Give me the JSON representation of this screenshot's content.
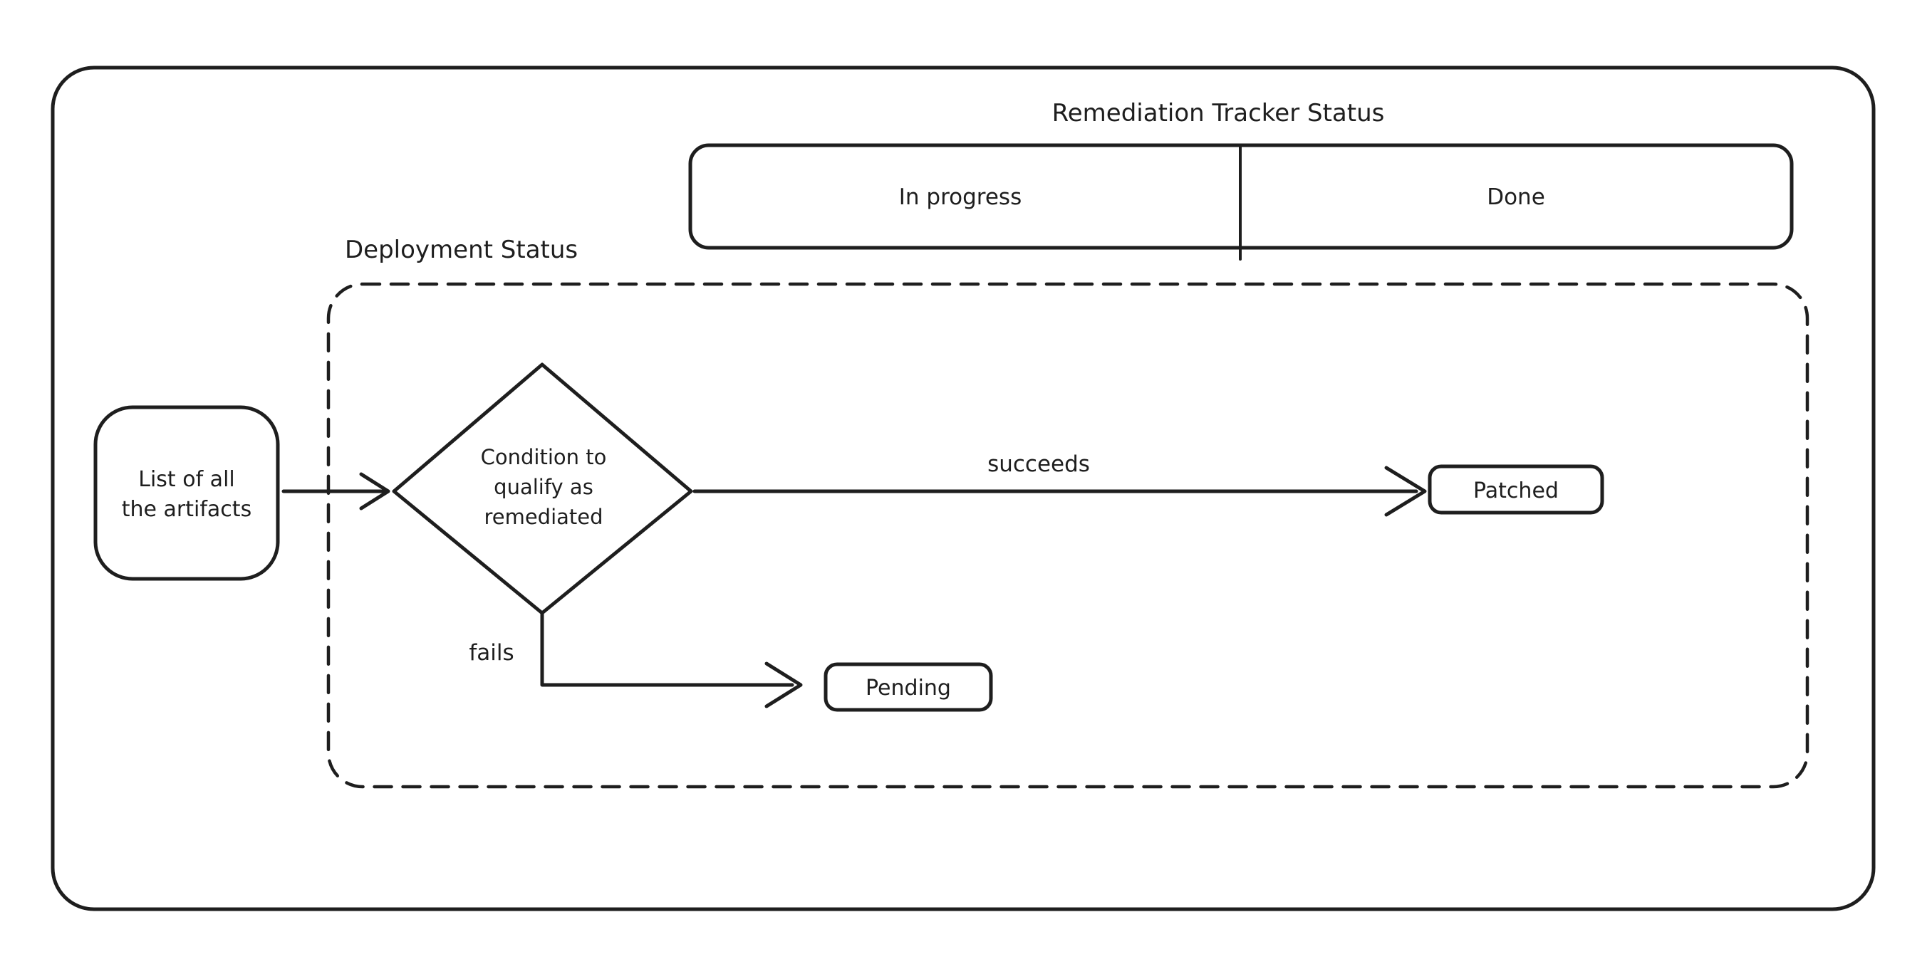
{
  "diagram": {
    "background": "#ffffff",
    "stroke_color": "#1e1e1e",
    "title": "Remediation Tracker Status",
    "tracker_bar": {
      "cells": [
        {
          "label": "In progress"
        },
        {
          "label": "Done"
        }
      ]
    },
    "deployment_group": {
      "label": "Deployment Status"
    },
    "nodes": {
      "artifacts": {
        "lines": [
          "List of all",
          "the artifacts"
        ]
      },
      "condition": {
        "lines": [
          "Condition to",
          "qualify as",
          "remediated"
        ]
      },
      "patched": {
        "label": "Patched"
      },
      "pending": {
        "label": "Pending"
      }
    },
    "edges": {
      "succeeds": {
        "label": "succeeds"
      },
      "fails": {
        "label": "fails"
      }
    }
  }
}
